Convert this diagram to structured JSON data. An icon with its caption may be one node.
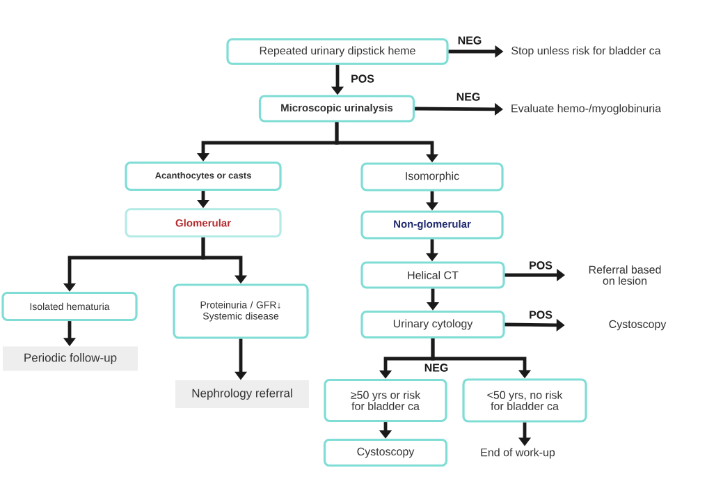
{
  "diagram": {
    "nodes": [
      {
        "text": [
          "Repeated urinary dipstick heme"
        ]
      },
      {
        "text": [
          "Stop unless risk for bladder ca"
        ]
      },
      {
        "text": [
          "Microscopic urinalysis"
        ]
      },
      {
        "text": [
          "Evaluate hemo-/myoglobinuria"
        ]
      },
      {
        "text": [
          "Acanthocytes or casts"
        ]
      },
      {
        "text": [
          "Isomorphic"
        ]
      },
      {
        "text": [
          "Glomerular"
        ]
      },
      {
        "text": [
          "Non-glomerular"
        ]
      },
      {
        "text": [
          "Isolated hematuria"
        ]
      },
      {
        "text": [
          "Proteinuria / GFR↓ Systemic disease"
        ]
      },
      {
        "text": [
          "Helical CT"
        ]
      },
      {
        "text": [
          "Referral based on lesion"
        ]
      },
      {
        "text": [
          "Periodic follow-up"
        ]
      },
      {
        "text": [
          "Urinary cytology"
        ]
      },
      {
        "text": [
          "Cystoscopy"
        ]
      },
      {
        "text": [
          "Nephrology referral"
        ]
      },
      {
        "text": [
          "≥50 yrs or risk for bladder ca"
        ]
      },
      {
        "text": [
          "<50 yrs, no risk for bladder ca"
        ]
      },
      {
        "text": [
          "Cystoscopy"
        ]
      },
      {
        "text": [
          "End of work-up"
        ]
      }
    ],
    "edges": [
      {
        "from": 0,
        "to": 1,
        "arrow": "to",
        "label": "NEG"
      },
      {
        "from": 0,
        "to": 2,
        "arrow": "to",
        "label": "POS"
      },
      {
        "from": 2,
        "to": 3,
        "arrow": "to",
        "label": "NEG"
      },
      {
        "from": 2,
        "to": 4,
        "arrow": "to"
      },
      {
        "from": 2,
        "to": 5,
        "arrow": "to"
      },
      {
        "from": 4,
        "to": 6,
        "arrow": "to"
      },
      {
        "from": 5,
        "to": 7,
        "arrow": "to"
      },
      {
        "from": 6,
        "to": 8,
        "arrow": "to"
      },
      {
        "from": 6,
        "to": 9,
        "arrow": "to"
      },
      {
        "from": 7,
        "to": 10,
        "arrow": "to"
      },
      {
        "from": 8,
        "to": 12,
        "arrow": "to"
      },
      {
        "from": 9,
        "to": 15,
        "arrow": "to"
      },
      {
        "from": 10,
        "to": 11,
        "arrow": "to",
        "label": "POS"
      },
      {
        "from": 10,
        "to": 13,
        "arrow": "to"
      },
      {
        "from": 13,
        "to": 14,
        "arrow": "to",
        "label": "POS"
      },
      {
        "from": 13,
        "to": 16,
        "arrow": "to",
        "label": "NEG"
      },
      {
        "from": 13,
        "to": 17,
        "arrow": "to"
      },
      {
        "from": 16,
        "to": 18,
        "arrow": "to"
      },
      {
        "from": 17,
        "to": 19,
        "arrow": "to"
      }
    ]
  }
}
